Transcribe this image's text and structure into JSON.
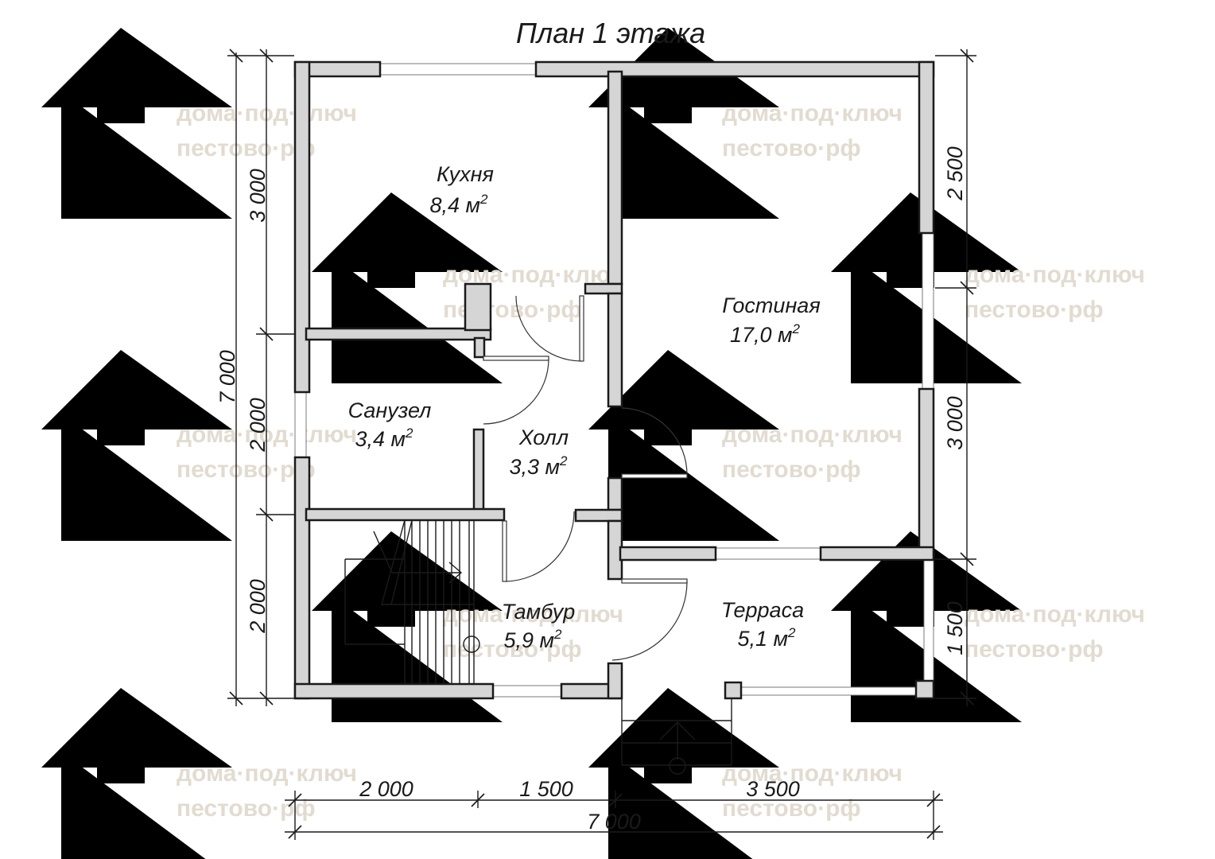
{
  "title": "План 1 этажа",
  "rooms": [
    {
      "id": "kitchen",
      "name": "Кухня",
      "area": "8,4 м",
      "sup": "2"
    },
    {
      "id": "living",
      "name": "Гостиная",
      "area": "17,0 м",
      "sup": "2"
    },
    {
      "id": "bathroom",
      "name": "Санузел",
      "area": "3,4 м",
      "sup": "2"
    },
    {
      "id": "hall",
      "name": "Холл",
      "area": "3,3 м",
      "sup": "2"
    },
    {
      "id": "vestibule",
      "name": "Тамбур",
      "area": "5,9 м",
      "sup": "2"
    },
    {
      "id": "terrace",
      "name": "Терраса",
      "area": "5,1 м",
      "sup": "2"
    }
  ],
  "dimensions": {
    "left_outer": "7 000",
    "left_inner": [
      "3 000",
      "2 000",
      "2 000"
    ],
    "right": [
      "2 500",
      "3 000",
      "1 500"
    ],
    "bottom_inner": [
      "2 000",
      "1 500",
      "3 500"
    ],
    "bottom_outer": "7 000"
  },
  "watermark": {
    "line1": "дома·под·ключ",
    "line2": "пестово·рф",
    "color": "#e2dbd0"
  }
}
